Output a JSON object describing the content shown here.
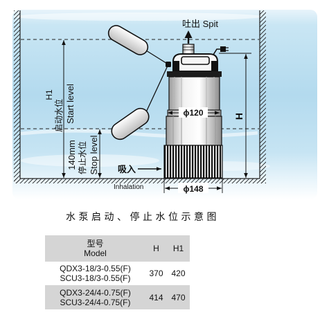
{
  "colors": {
    "water_light": "#e8f4fb",
    "water": "#b3daee",
    "table_shade": "#d5d5d5"
  },
  "diagram": {
    "outlet_label": "吐出 Spit",
    "h1_label": "H1",
    "start_level_cn": "启动水位",
    "start_level_en": "Start level",
    "stop_distance": "140mm",
    "stop_level_cn": "停止水位",
    "stop_level_en": "Stop level",
    "h_label": "H",
    "body_diameter": "ϕ120",
    "base_diameter": "ϕ148",
    "intake_cn": "吸入",
    "intake_en": "Inhalation"
  },
  "caption": "水泵启动、停止水位示意图",
  "table": {
    "headers": {
      "model_cn": "型号",
      "model_en": "Model",
      "h": "H",
      "h1": "H1"
    },
    "rows": [
      {
        "models": [
          "QDX3-18/3-0.55(F)",
          "SCU3-18/3-0.55(F)"
        ],
        "h": "370",
        "h1": "420"
      },
      {
        "models": [
          "QDX3-24/4-0.75(F)",
          "SCU3-24/4-0.75(F)"
        ],
        "h": "414",
        "h1": "470"
      }
    ]
  }
}
